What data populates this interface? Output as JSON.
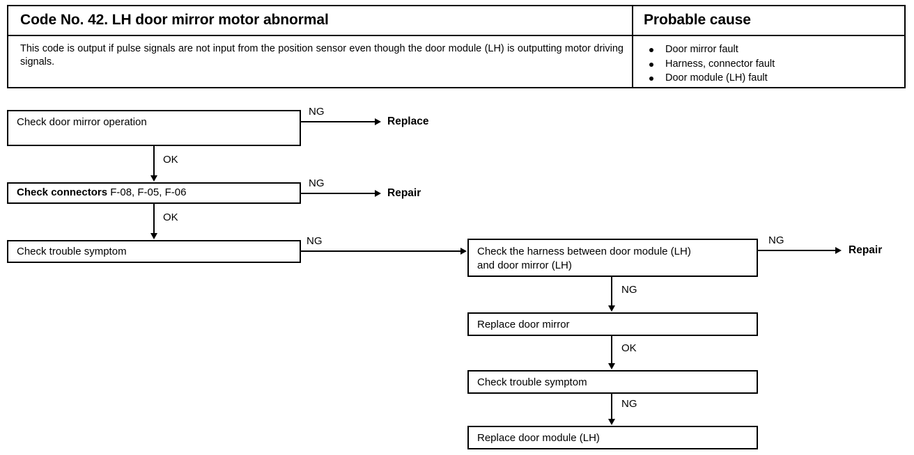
{
  "table": {
    "code_title": "Code No. 42. LH door mirror motor abnormal",
    "cause_title": "Probable cause",
    "description": "This code is output if pulse signals are not input from the position sensor even though the door module (LH) is outputting motor driving signals.",
    "causes": [
      "Door mirror fault",
      "Harness, connector fault",
      "Door module (LH) fault"
    ]
  },
  "flowchart": {
    "boxes": {
      "check_mirror_operation": "Check door mirror operation",
      "check_connectors_bold": "Check connectors",
      "check_connectors_rest": " F-08, F-05, F-06",
      "check_trouble_symptom_left": "Check trouble symptom",
      "check_harness_line1": "Check the harness between door module (LH)",
      "check_harness_line2": "and  door  mirror  (LH)",
      "replace_door_mirror": "Replace door mirror",
      "check_trouble_symptom_right": "Check trouble symptom",
      "replace_door_module": "Replace door module (LH)"
    },
    "terminals": {
      "replace": "Replace",
      "repair_left": "Repair",
      "repair_right": "Repair"
    },
    "edge_labels": {
      "ng_mirror_operation": "NG",
      "ok_mirror_to_connectors": "OK",
      "ng_connectors": "NG",
      "ok_connectors_to_symptom": "OK",
      "ng_symptom_to_harness": "NG",
      "ng_harness_to_repair": "NG",
      "ng_harness_to_replace_mirror": "NG",
      "ok_replace_mirror_to_symptom": "OK",
      "ng_symptom_to_replace_module": "NG"
    }
  }
}
